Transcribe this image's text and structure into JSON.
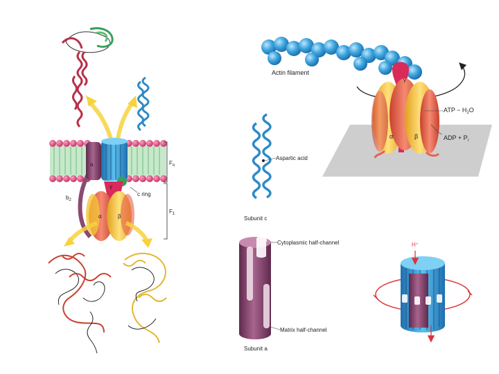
{
  "labels": {
    "fo": "F",
    "fo_sub": "o",
    "f1": "F",
    "f1_sub": "1",
    "a": "a",
    "b2": "b",
    "b2_sub": "2",
    "gamma": "γ",
    "alpha": "α",
    "beta": "β",
    "c_ring": "c ring",
    "actin_filament": "Actin filament",
    "gamma_top": "γ",
    "atp": "ATP − H",
    "atp_sub": "2",
    "atp_o": "O",
    "adp": "ADP + P",
    "adp_sub": "i",
    "aspartic_acid": "Aspartic acid",
    "subunit_c": "Subunit c",
    "cytoplasmic_half_channel": "Cytoplasmic half-channel",
    "matrix_half_channel": "Matrix half-channel",
    "subunit_a": "Subunit a",
    "h_plus": "H⁺"
  },
  "colors": {
    "alpha_red": "#e8604c",
    "beta_yellow": "#f5c63a",
    "gamma_crimson": "#d92a5a",
    "c_ring_blue": "#3a9ad6",
    "subunit_a_purple": "#8a4a72",
    "membrane_head_pink": "#e0457a",
    "membrane_tail_green": "#7cc48a",
    "actin_blue": "#3da6e0",
    "arrow_yellow": "#f7d23c",
    "proton_arrow_red": "#d9363a"
  }
}
